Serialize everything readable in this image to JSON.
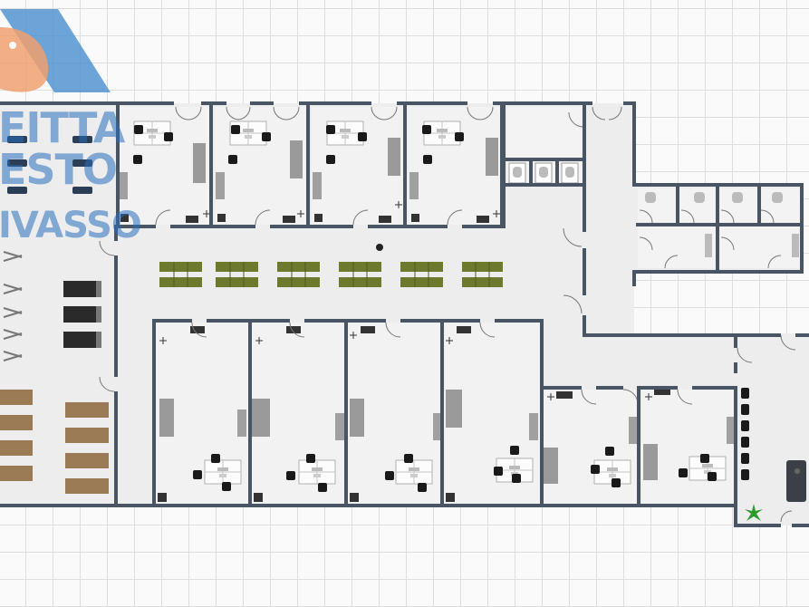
{
  "watermark": {
    "line1": "EITTA",
    "line2": "ESTO",
    "line3": "IVASSO",
    "colors": {
      "orange": "#f0a070",
      "blue": "#4a8ed0"
    }
  },
  "colors": {
    "wall": "#4a5563",
    "floor": "#ededee",
    "desk_outline": "#b0b0b0",
    "cabinet": "#9a9a9a",
    "chair": "#1a1a1a",
    "bench_green": "#6d7a2e",
    "gym_bench": "#9a7b55",
    "plant": "#2e9a2e"
  },
  "icons": [
    "logo-roof-icon",
    "plant-icon",
    "chair-icon",
    "treadmill-icon",
    "elliptical-icon",
    "toilet-icon",
    "sink-icon",
    "door-swing-icon"
  ]
}
